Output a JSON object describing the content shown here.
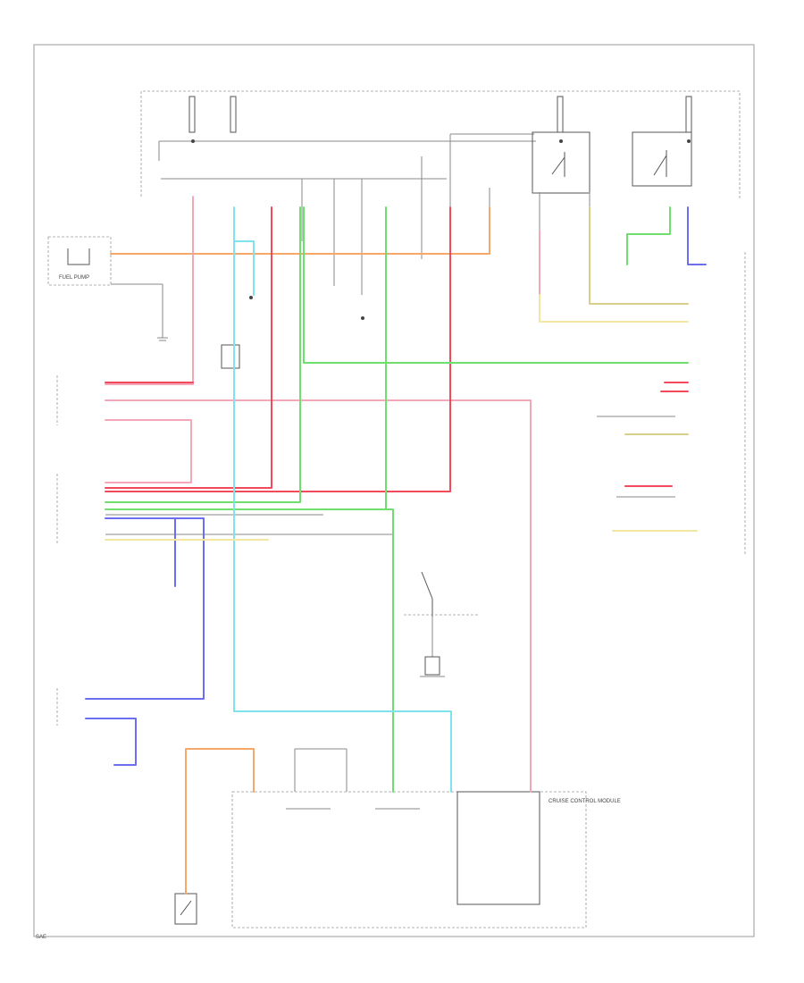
{
  "colors": {
    "pink": "#f4a7b9",
    "red": "#f24a5a",
    "cyan": "#7fe3ee",
    "green": "#6fe06f",
    "orange": "#f5a86a",
    "blue": "#6d6df0",
    "yellow": "#f2e6a0",
    "olive": "#d8cf8a",
    "frame": "#9a9a9a"
  },
  "labels": {
    "fuel_pump": "FUEL PUMP",
    "cruise_control_module": "CRUISE CONTROL MODULE",
    "footer_code": "SAE"
  }
}
